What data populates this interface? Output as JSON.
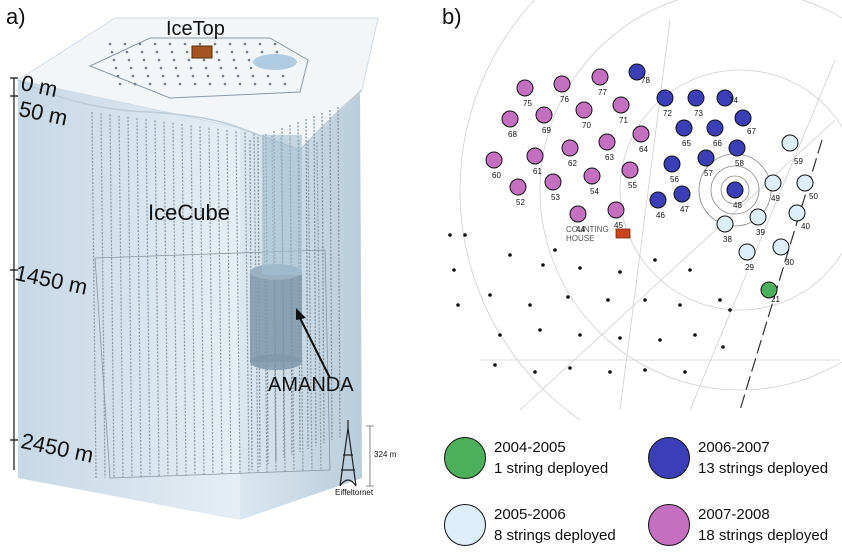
{
  "panel_a": {
    "label": "a)",
    "icetop": "IceTop",
    "icecube": "IceCube",
    "amanda": "AMANDA",
    "depths": [
      "0 m",
      "50 m",
      "1450 m",
      "2450 m"
    ],
    "eiffel_height": "324 m",
    "eiffel_name": "Eiffeltornet"
  },
  "panel_b": {
    "label": "b)",
    "counting_house": [
      "COUNTING",
      "HOUSE"
    ],
    "strings": [
      {
        "id": "21",
        "season": "2004-2005"
      },
      {
        "id": "29",
        "season": "2005-2006"
      },
      {
        "id": "30",
        "season": "2005-2006"
      },
      {
        "id": "38",
        "season": "2005-2006"
      },
      {
        "id": "39",
        "season": "2005-2006"
      },
      {
        "id": "40",
        "season": "2005-2006"
      },
      {
        "id": "49",
        "season": "2005-2006"
      },
      {
        "id": "50",
        "season": "2005-2006"
      },
      {
        "id": "59",
        "season": "2005-2006"
      },
      {
        "id": "46",
        "season": "2006-2007"
      },
      {
        "id": "47",
        "season": "2006-2007"
      },
      {
        "id": "48",
        "season": "2006-2007"
      },
      {
        "id": "56",
        "season": "2006-2007"
      },
      {
        "id": "57",
        "season": "2006-2007"
      },
      {
        "id": "58",
        "season": "2006-2007"
      },
      {
        "id": "65",
        "season": "2006-2007"
      },
      {
        "id": "66",
        "season": "2006-2007"
      },
      {
        "id": "67",
        "season": "2006-2007"
      },
      {
        "id": "72",
        "season": "2006-2007"
      },
      {
        "id": "73",
        "season": "2006-2007"
      },
      {
        "id": "74",
        "season": "2006-2007"
      },
      {
        "id": "78",
        "season": "2006-2007"
      },
      {
        "id": "44",
        "season": "2007-2008"
      },
      {
        "id": "45",
        "season": "2007-2008"
      },
      {
        "id": "52",
        "season": "2007-2008"
      },
      {
        "id": "53",
        "season": "2007-2008"
      },
      {
        "id": "54",
        "season": "2007-2008"
      },
      {
        "id": "55",
        "season": "2007-2008"
      },
      {
        "id": "60",
        "season": "2007-2008"
      },
      {
        "id": "61",
        "season": "2007-2008"
      },
      {
        "id": "62",
        "season": "2007-2008"
      },
      {
        "id": "63",
        "season": "2007-2008"
      },
      {
        "id": "64",
        "season": "2007-2008"
      },
      {
        "id": "68",
        "season": "2007-2008"
      },
      {
        "id": "69",
        "season": "2007-2008"
      },
      {
        "id": "70",
        "season": "2007-2008"
      },
      {
        "id": "71",
        "season": "2007-2008"
      },
      {
        "id": "75",
        "season": "2007-2008"
      },
      {
        "id": "76",
        "season": "2007-2008"
      },
      {
        "id": "77",
        "season": "2007-2008"
      }
    ]
  },
  "legend": [
    {
      "season": "2004-2005",
      "desc": "1 string deployed",
      "color": "#4caf5a"
    },
    {
      "season": "2006-2007",
      "desc": "13 strings deployed",
      "color": "#3a3fb8"
    },
    {
      "season": "2005-2006",
      "desc": "8 strings deployed",
      "color": "#dceefa"
    },
    {
      "season": "2007-2008",
      "desc": "18 strings deployed",
      "color": "#c46fc0"
    }
  ],
  "colors": {
    "2004-2005": "#4caf5a",
    "2005-2006": "#dceefa",
    "2006-2007": "#3a3fb8",
    "2007-2008": "#c46fc0"
  }
}
